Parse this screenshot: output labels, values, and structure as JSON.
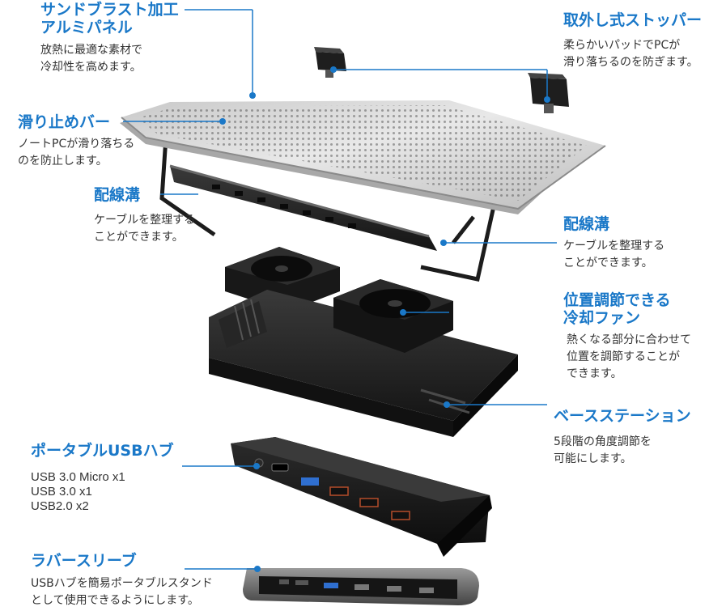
{
  "callouts": {
    "aluminum_panel": {
      "title": [
        "サンドブラスト加工",
        "アルミパネル"
      ],
      "desc": [
        "放熱に最適な素材で",
        "冷却性を高めます。"
      ]
    },
    "stopper": {
      "title": [
        "取外し式ストッパー"
      ],
      "desc": [
        "柔らかいパッドでPCが",
        "滑り落ちるのを防ぎます。"
      ]
    },
    "anti_slip_bar": {
      "title": [
        "滑り止めバー"
      ],
      "desc": [
        "ノートPCが滑り落ちる",
        "のを防止します。"
      ]
    },
    "cable_groove_left": {
      "title": [
        "配線溝"
      ],
      "desc": [
        "ケーブルを整理する",
        "ことができます。"
      ]
    },
    "cable_groove_right": {
      "title": [
        "配線溝"
      ],
      "desc": [
        "ケーブルを整理する",
        "ことができます。"
      ]
    },
    "adjustable_fan": {
      "title": [
        "位置調節できる",
        "冷却ファン"
      ],
      "desc": [
        "熱くなる部分に合わせて",
        "位置を調節することが",
        "できます。"
      ]
    },
    "base_station": {
      "title": [
        "ベースステーション"
      ],
      "desc": [
        "5段階の角度調節を",
        "可能にします。"
      ]
    },
    "usb_hub": {
      "title": [
        "ポータブルUSBハブ"
      ],
      "desc": [
        "USB 3.0 Micro x1",
        "USB 3.0 x1",
        "USB2.0 x2"
      ]
    },
    "rubber_sleeve": {
      "title": [
        "ラバースリーブ"
      ],
      "desc": [
        "USBハブを簡易ポータブルスタンド",
        "として使用できるようにします。"
      ]
    }
  },
  "colors": {
    "accent": "#1a78c8",
    "text": "#333333",
    "leader": "#1a78c8"
  }
}
